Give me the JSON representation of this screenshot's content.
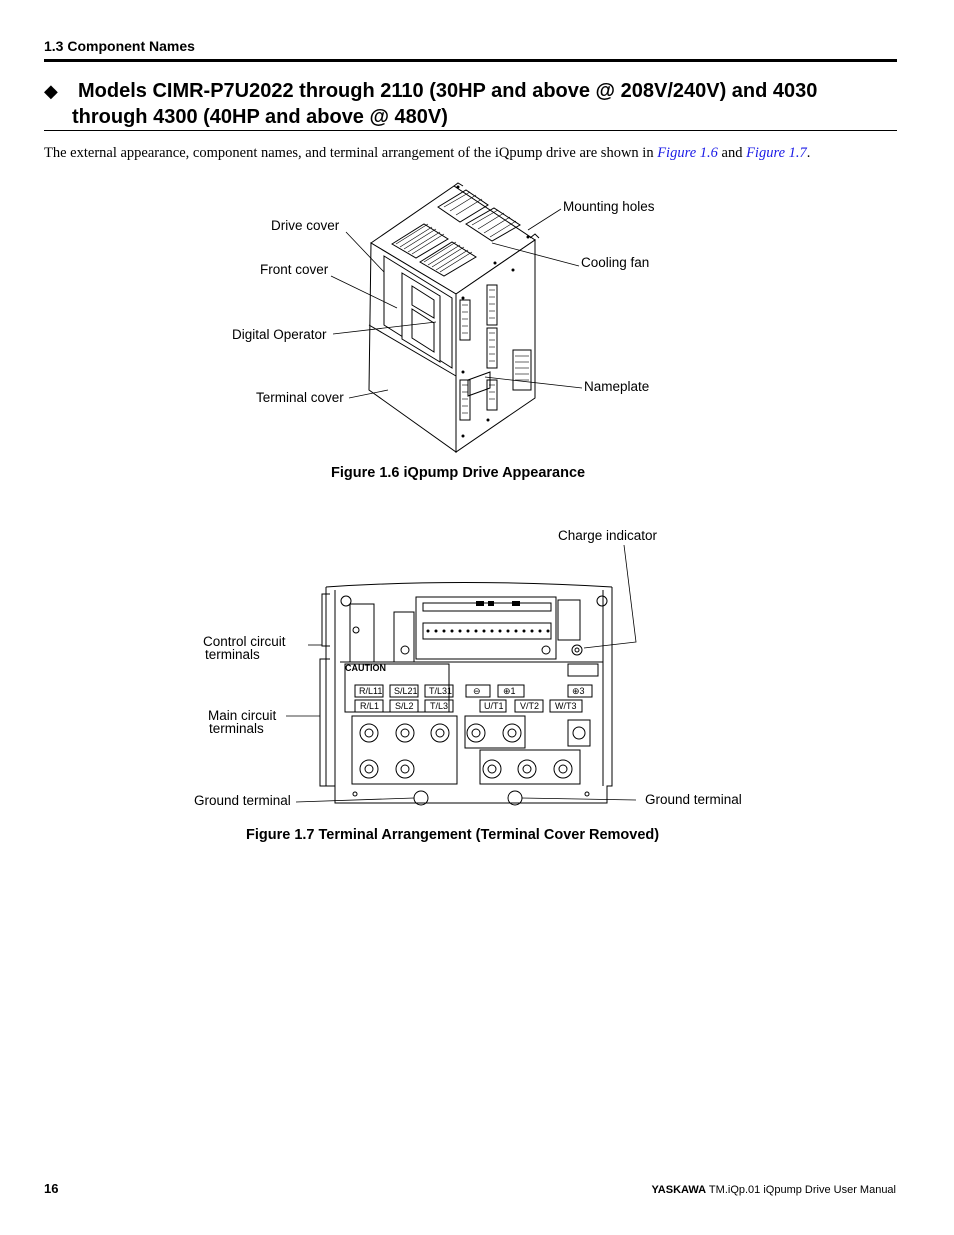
{
  "header": {
    "section": "1.3  Component Names"
  },
  "heading": {
    "bullet": "◆",
    "line1": "Models CIMR-P7U2022 through 2110 (30HP and above @ 208V/240V) and 4030",
    "line2": "through 4300 (40HP and above @ 480V)"
  },
  "intro": {
    "text_before": "The external appearance, component names, and terminal arrangement of the iQpump drive are shown in ",
    "link1": "Figure 1.6",
    "text_mid": " and ",
    "link2": "Figure 1.7",
    "text_end": "."
  },
  "figure1": {
    "caption": "Figure 1.6  iQpump Drive Appearance",
    "labels": {
      "drive_cover": "Drive cover",
      "front_cover": "Front cover",
      "digital_operator": "Digital Operator",
      "terminal_cover": "Terminal cover",
      "mounting_holes": "Mounting holes",
      "cooling_fan": "Cooling fan",
      "nameplate": "Nameplate"
    }
  },
  "figure2": {
    "caption": "Figure 1.7  Terminal Arrangement (Terminal Cover Removed)",
    "labels": {
      "charge_indicator": "Charge indicator",
      "control_circuit_1": "Control circuit",
      "control_circuit_2": "terminals",
      "main_circuit_1": "Main circuit",
      "main_circuit_2": "terminals",
      "ground_left": "Ground terminal",
      "ground_right": "Ground terminal"
    },
    "terminal_row1": [
      "R/L11",
      "S/L21",
      "T/L31",
      "⊖",
      "⊕1",
      "⊕3"
    ],
    "terminal_row2": [
      "R/L1",
      "S/L2",
      "T/L3",
      "U/T1",
      "V/T2",
      "W/T3"
    ],
    "caution": "CAUTION"
  },
  "footer": {
    "page": "16",
    "brand": "YASKAWA",
    "manual": " TM.iQp.01 iQpump Drive User Manual"
  }
}
